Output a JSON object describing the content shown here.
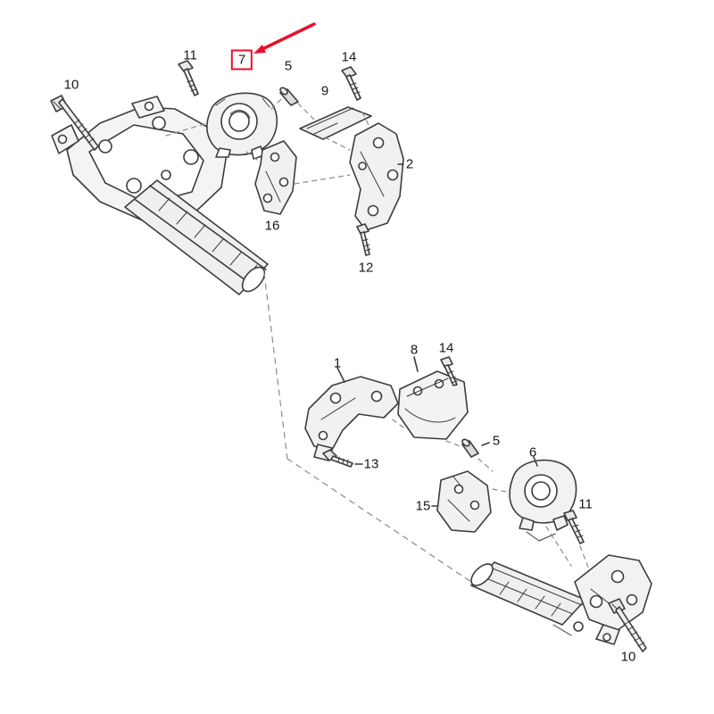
{
  "colors": {
    "highlight": "#e8112d",
    "line": "#3d3d3d",
    "background": "#ffffff"
  },
  "highlight": {
    "part": "7"
  },
  "callouts": {
    "c10_top": {
      "label": "10"
    },
    "c11_top": {
      "label": "11"
    },
    "c7": {
      "label": "7"
    },
    "c5_top": {
      "label": "5"
    },
    "c14_top": {
      "label": "14"
    },
    "c9": {
      "label": "9"
    },
    "c2": {
      "label": "2"
    },
    "c16": {
      "label": "16"
    },
    "c12": {
      "label": "12"
    },
    "c1": {
      "label": "1"
    },
    "c8": {
      "label": "8"
    },
    "c14_bottom": {
      "label": "14"
    },
    "c13": {
      "label": "13"
    },
    "c5_bottom": {
      "label": "5"
    },
    "c6": {
      "label": "6"
    },
    "c15": {
      "label": "15"
    },
    "c11_bottom": {
      "label": "11"
    },
    "c10_bottom": {
      "label": "10"
    }
  }
}
